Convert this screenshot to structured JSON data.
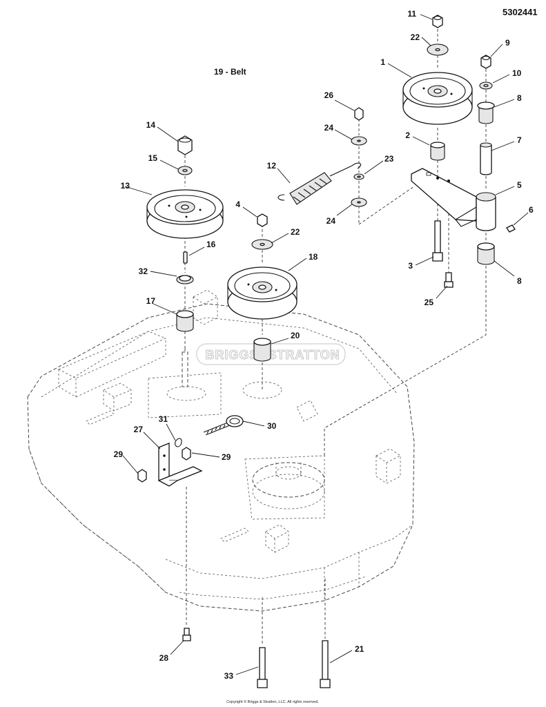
{
  "document": {
    "part_number": "5302441",
    "belt_label": "19 - Belt",
    "copyright": "Copyright © Briggs & Stratton, LLC. All rights reserved.",
    "watermark": "BRIGGS&STRATTON"
  },
  "callouts": [
    {
      "id": "c1",
      "label": "1"
    },
    {
      "id": "c2",
      "label": "2"
    },
    {
      "id": "c3",
      "label": "3"
    },
    {
      "id": "c4",
      "label": "4"
    },
    {
      "id": "c5",
      "label": "5"
    },
    {
      "id": "c6",
      "label": "6"
    },
    {
      "id": "c7",
      "label": "7"
    },
    {
      "id": "c8a",
      "label": "8"
    },
    {
      "id": "c8b",
      "label": "8"
    },
    {
      "id": "c9",
      "label": "9"
    },
    {
      "id": "c10",
      "label": "10"
    },
    {
      "id": "c11",
      "label": "11"
    },
    {
      "id": "c12",
      "label": "12"
    },
    {
      "id": "c13",
      "label": "13"
    },
    {
      "id": "c14",
      "label": "14"
    },
    {
      "id": "c15",
      "label": "15"
    },
    {
      "id": "c16",
      "label": "16"
    },
    {
      "id": "c17",
      "label": "17"
    },
    {
      "id": "c18",
      "label": "18"
    },
    {
      "id": "c20",
      "label": "20"
    },
    {
      "id": "c21",
      "label": "21"
    },
    {
      "id": "c22a",
      "label": "22"
    },
    {
      "id": "c22b",
      "label": "22"
    },
    {
      "id": "c23",
      "label": "23"
    },
    {
      "id": "c24a",
      "label": "24"
    },
    {
      "id": "c24b",
      "label": "24"
    },
    {
      "id": "c25",
      "label": "25"
    },
    {
      "id": "c26",
      "label": "26"
    },
    {
      "id": "c27",
      "label": "27"
    },
    {
      "id": "c28",
      "label": "28"
    },
    {
      "id": "c29a",
      "label": "29"
    },
    {
      "id": "c29b",
      "label": "29"
    },
    {
      "id": "c30",
      "label": "30"
    },
    {
      "id": "c31",
      "label": "31"
    },
    {
      "id": "c32",
      "label": "32"
    },
    {
      "id": "c33",
      "label": "33"
    }
  ]
}
